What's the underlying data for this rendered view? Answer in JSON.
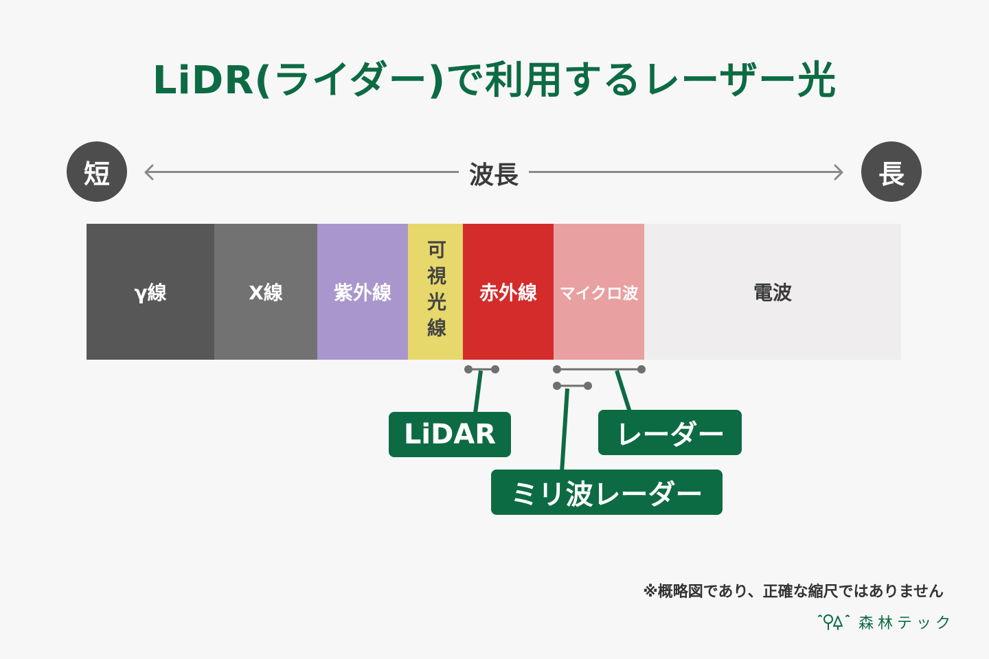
{
  "title": "LiDR(ライダー)で利用するレーザー光",
  "axis": {
    "short_label": "短",
    "long_label": "長",
    "wavelength_label": "波長"
  },
  "bands": [
    {
      "label": "γ線",
      "color": "#575757"
    },
    {
      "label": "X線",
      "color": "#727272"
    },
    {
      "label": "紫外線",
      "color": "#a996cc"
    },
    {
      "label": "可視光線",
      "color": "#e6d86a"
    },
    {
      "label": "赤外線",
      "color": "#d42b2b"
    },
    {
      "label": "マイクロ波",
      "color": "#e8a1a0"
    },
    {
      "label": "電波",
      "color": "#efeded"
    }
  ],
  "callouts": {
    "lidar": "LiDAR",
    "radar": "レーダー",
    "mmwave": "ミリ波レーダー"
  },
  "colors": {
    "accent": "#0d6b43",
    "connector": "#6f6f6f"
  },
  "note": "※概略図であり、正確な縮尺ではありません",
  "logo": {
    "text": "森林テック",
    "icon": "tree-logo-icon"
  }
}
